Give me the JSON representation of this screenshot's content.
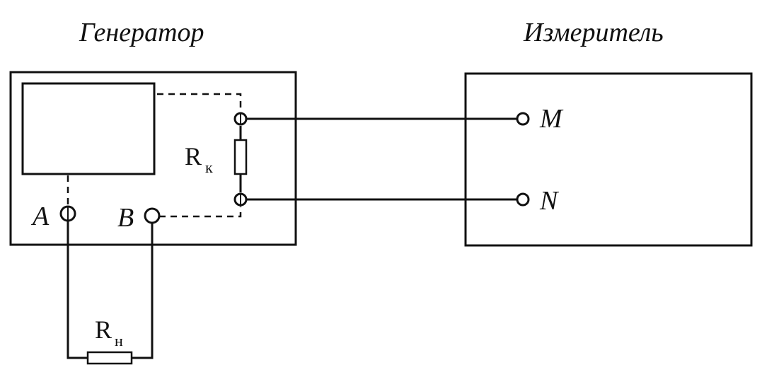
{
  "generator": {
    "title": "Генератор"
  },
  "meter": {
    "title": "Измеритель"
  },
  "terminals": {
    "a": "A",
    "b": "B",
    "m": "M",
    "n": "N"
  },
  "resistors": {
    "rk": {
      "main": "R",
      "sub": "к"
    },
    "rn": {
      "main": "R",
      "sub": "н"
    }
  }
}
